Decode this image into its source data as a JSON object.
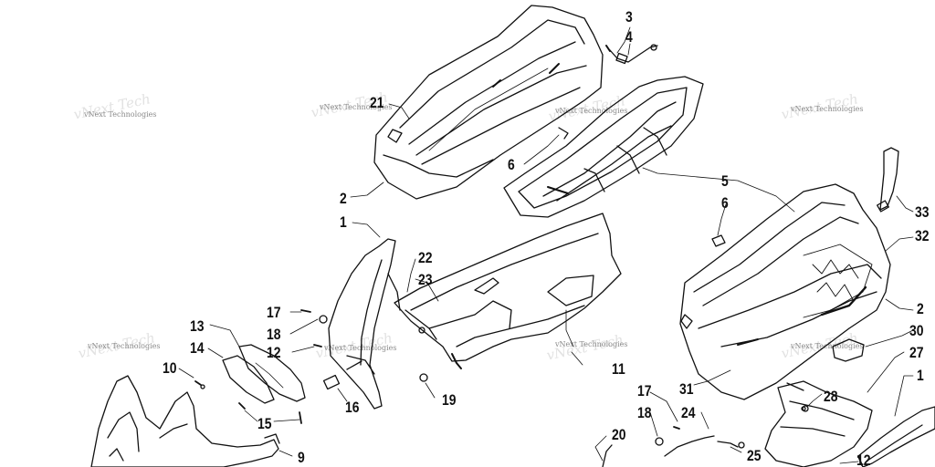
{
  "watermark": {
    "text": "vNext Technologies"
  },
  "callouts": {
    "c1a": "1",
    "c1b": "1",
    "c2a": "2",
    "c2b": "2",
    "c3": "3",
    "c4": "4",
    "c5": "5",
    "c6a": "6",
    "c6b": "6",
    "c9": "9",
    "c10": "10",
    "c11": "11",
    "c12a": "12",
    "c12b": "12",
    "c13": "13",
    "c14": "14",
    "c15": "15",
    "c16": "16",
    "c17a": "17",
    "c17b": "17",
    "c18a": "18",
    "c18b": "18",
    "c19": "19",
    "c20": "20",
    "c21": "21",
    "c22": "22",
    "c23": "23",
    "c24": "24",
    "c25": "25",
    "c27": "27",
    "c28": "28",
    "c30": "30",
    "c31": "31",
    "c32": "32",
    "c33": "33"
  }
}
